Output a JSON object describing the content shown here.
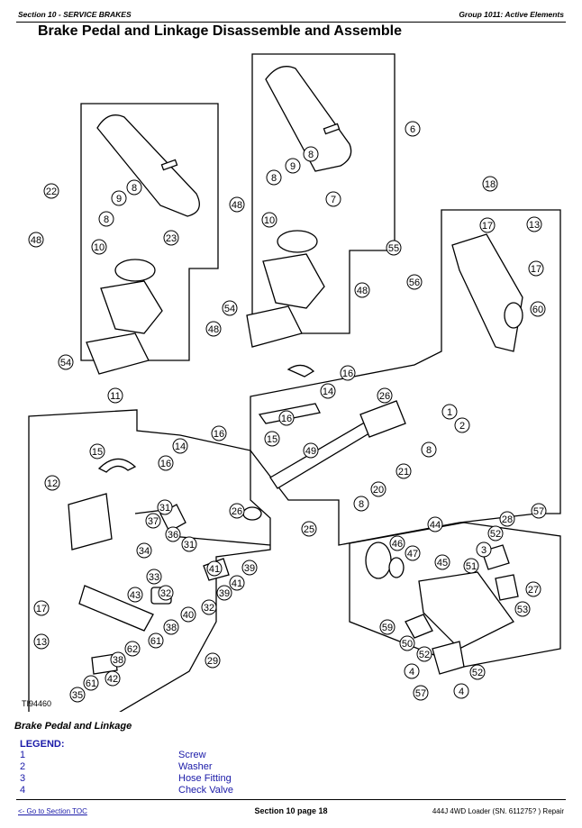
{
  "header": {
    "section": "Section 10 - SERVICE BRAKES",
    "group": "Group 1011: Active Elements"
  },
  "title": "Brake Pedal and Linkage Disassemble and Assemble",
  "diagram": {
    "id": "TI94460",
    "callouts": [
      "1",
      "2",
      "3",
      "4",
      "6",
      "7",
      "8",
      "9",
      "10",
      "11",
      "12",
      "13",
      "14",
      "15",
      "16",
      "17",
      "18",
      "20",
      "21",
      "22",
      "23",
      "25",
      "26",
      "27",
      "28",
      "29",
      "31",
      "32",
      "33",
      "34",
      "35",
      "36",
      "37",
      "38",
      "39",
      "40",
      "41",
      "42",
      "43",
      "44",
      "45",
      "46",
      "47",
      "48",
      "49",
      "50",
      "51",
      "52",
      "53",
      "54",
      "55",
      "56",
      "57",
      "59",
      "60",
      "61",
      "62"
    ]
  },
  "caption": "Brake Pedal and Linkage",
  "legend": {
    "title": "LEGEND:",
    "items": [
      {
        "num": "1",
        "desc": "Screw"
      },
      {
        "num": "2",
        "desc": "Washer"
      },
      {
        "num": "3",
        "desc": "Hose Fitting"
      },
      {
        "num": "4",
        "desc": "Check Valve"
      }
    ]
  },
  "footer": {
    "toc_link": "<- Go to Section TOC",
    "page": "Section 10 page 18",
    "model": "444J 4WD Loader (SN. 611275? ) Repair"
  }
}
